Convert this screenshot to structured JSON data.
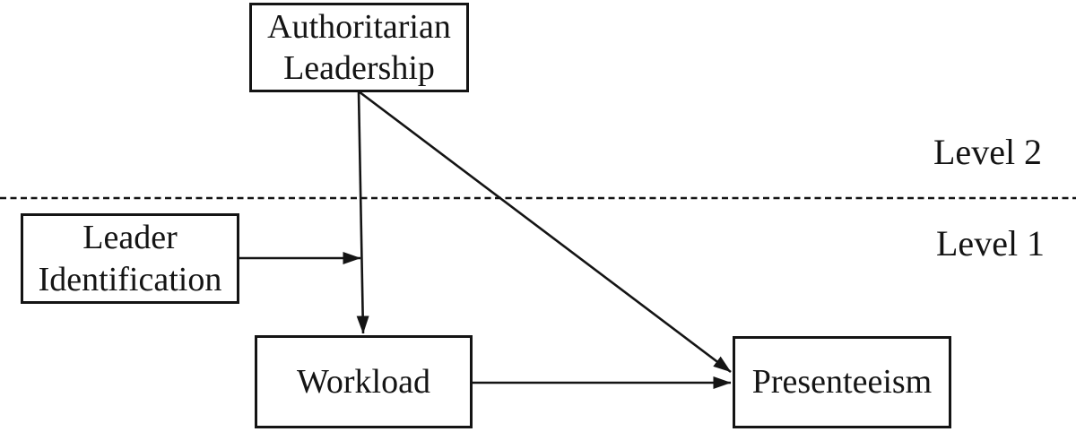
{
  "figure": {
    "type": "path-model-diagram",
    "background_color": "#ffffff",
    "line_color": "#141414",
    "text_color": "#141414"
  },
  "levels": {
    "level2": {
      "label": "Level 2"
    },
    "level1": {
      "label": "Level 1"
    }
  },
  "nodes": {
    "authoritarian_leadership": {
      "label": "Authoritarian Leadership"
    },
    "leader_identification": {
      "label": "Leader Identification"
    },
    "workload": {
      "label": "Workload"
    },
    "presenteeism": {
      "label": "Presenteeism"
    }
  },
  "edges": [
    {
      "from": "Authoritarian Leadership",
      "to": "Workload",
      "style": "solid-arrow"
    },
    {
      "from": "Authoritarian Leadership",
      "to": "Presenteeism",
      "style": "solid-arrow"
    },
    {
      "from": "Leader Identification",
      "to": "Authoritarian Leadership-Workload path",
      "style": "solid-arrow-moderation"
    },
    {
      "from": "Workload",
      "to": "Presenteeism",
      "style": "solid-arrow"
    }
  ],
  "divider": {
    "style": "dashed",
    "separates": "Level 2 / Level 1"
  }
}
